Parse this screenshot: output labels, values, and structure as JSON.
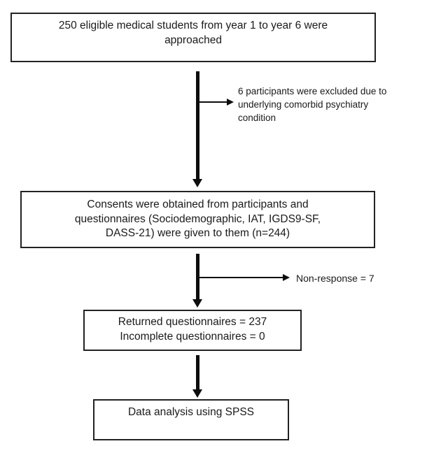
{
  "diagram": {
    "type": "flowchart",
    "colors": {
      "box_border": "#222222",
      "text": "#1a1a1a",
      "arrow": "#0d0d0d",
      "background": "#ffffff"
    },
    "boxes": [
      {
        "id": "approached",
        "lines": [
          "250 eligible medical students from year 1 to year 6 were",
          "approached"
        ]
      },
      {
        "id": "consent",
        "lines": [
          "Consents were obtained from participants and",
          "questionnaires (Sociodemographic, IAT, IGDS9-SF,",
          "DASS-21) were given to them (n=244)"
        ]
      },
      {
        "id": "returned",
        "lines": [
          "Returned questionnaires = 237",
          "Incomplete questionnaires = 0"
        ]
      },
      {
        "id": "analysis",
        "lines": [
          "Data analysis using SPSS"
        ]
      }
    ],
    "branch_notes": [
      {
        "id": "excluded",
        "lines": [
          "6 participants were excluded due to",
          "underlying comorbid psychiatry",
          "condition"
        ]
      },
      {
        "id": "non_response",
        "lines": [
          "Non-response = 7"
        ]
      }
    ]
  }
}
